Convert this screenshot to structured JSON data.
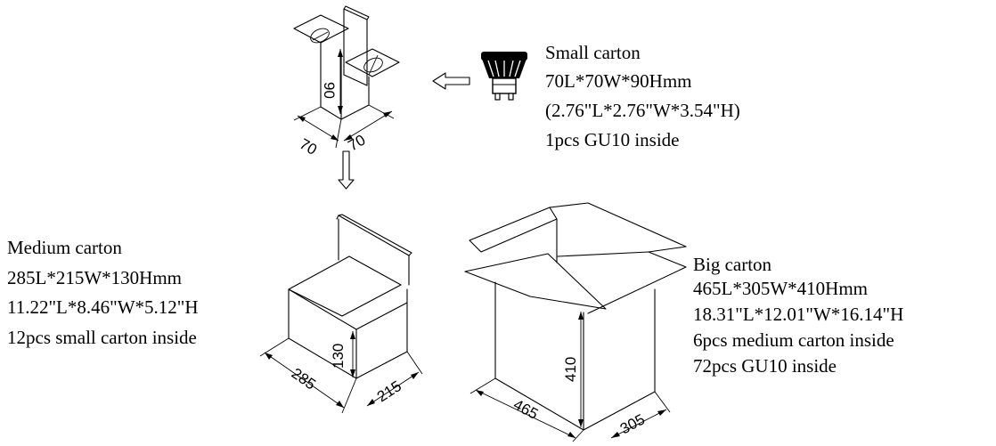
{
  "small_carton": {
    "title": "Small carton",
    "size_mm": "70L*70W*90Hmm",
    "size_in": "(2.76\"L*2.76\"W*3.54\"H)",
    "contents": "1pcs GU10 inside",
    "dim_length": "70",
    "dim_width": "70",
    "dim_height": "90"
  },
  "medium_carton": {
    "title": "Medium carton",
    "size_mm": "285L*215W*130Hmm",
    "size_in": "11.22\"L*8.46\"W*5.12\"H",
    "contents": "12pcs small carton inside",
    "dim_length": "285",
    "dim_width": "215",
    "dim_height": "130"
  },
  "big_carton": {
    "title": "Big carton",
    "size_mm": "465L*305W*410Hmm",
    "size_in": "18.31\"L*12.01\"W*16.14\"H",
    "contents_medium": "6pcs medium carton inside",
    "contents_gu10": "72pcs GU10 inside",
    "dim_length": "465",
    "dim_width": "305",
    "dim_height": "410"
  }
}
